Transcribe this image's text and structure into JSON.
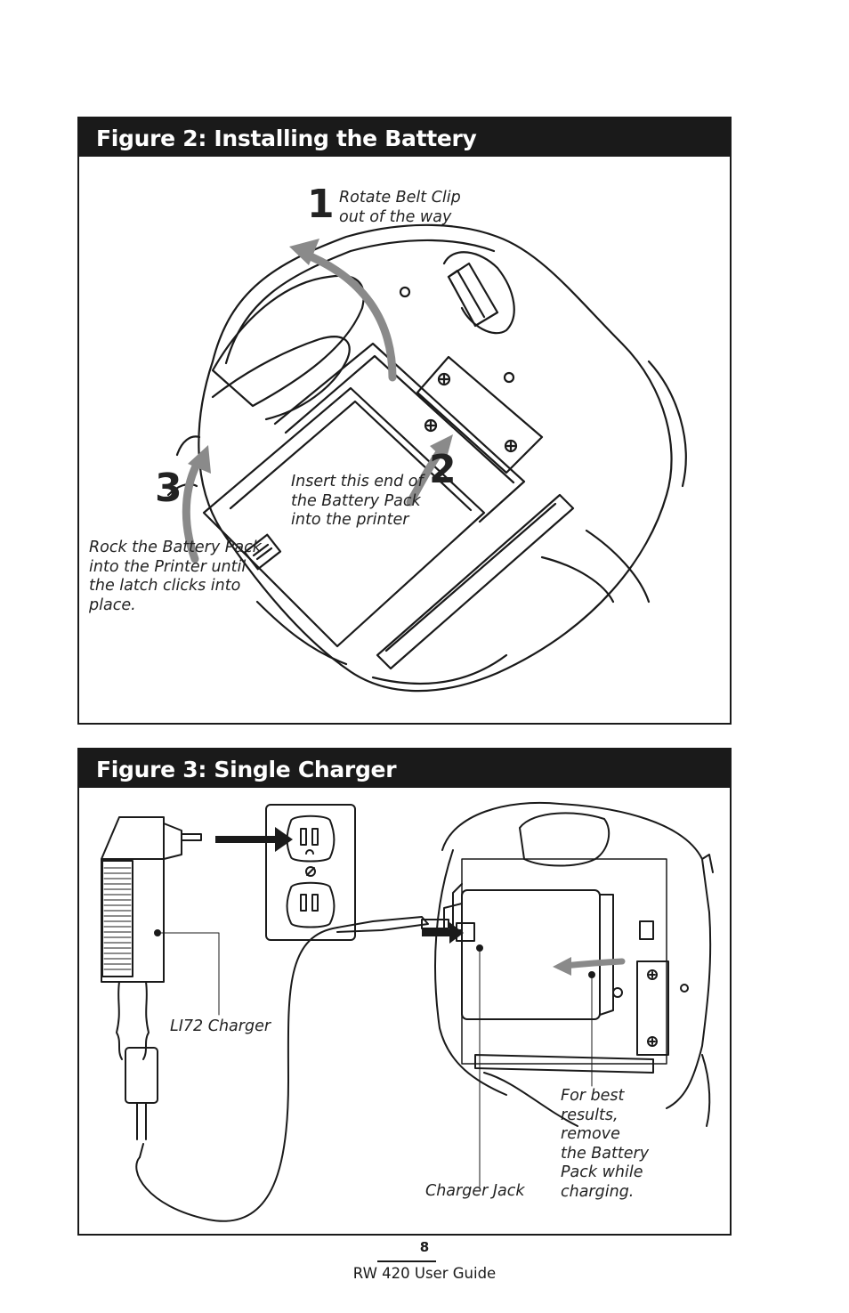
{
  "figure2": {
    "title": "Figure 2: Installing the Battery",
    "steps": [
      {
        "number": "1",
        "caption": [
          "Rotate Belt Clip",
          "out of the way"
        ]
      },
      {
        "number": "2",
        "caption": [
          "Insert this end of",
          "the Battery Pack",
          "into the printer"
        ]
      },
      {
        "number": "3",
        "caption": [
          "Rock the Battery Pack",
          "into the Printer until",
          "the latch clicks into",
          "place."
        ]
      }
    ]
  },
  "figure3": {
    "title": "Figure 3: Single Charger",
    "labels": {
      "charger": "LI72 Charger",
      "jack": "Charger Jack",
      "note": [
        "For best",
        "results,",
        "remove",
        "the Battery",
        "Pack while",
        "charging."
      ]
    }
  },
  "footer": {
    "page_number": "8",
    "guide_title": "RW 420 User Guide"
  },
  "colors": {
    "ink": "#1a1a1a",
    "arrow_gray": "#8a8a8a",
    "header_bg": "#1a1a1a",
    "header_text": "#ffffff"
  },
  "icons": [
    "belt-clip-rotate-arrow-icon",
    "battery-insert-arrow-icon",
    "battery-rock-arrow-icon",
    "plug-insert-arrow-icon",
    "wall-outlet-icon"
  ]
}
